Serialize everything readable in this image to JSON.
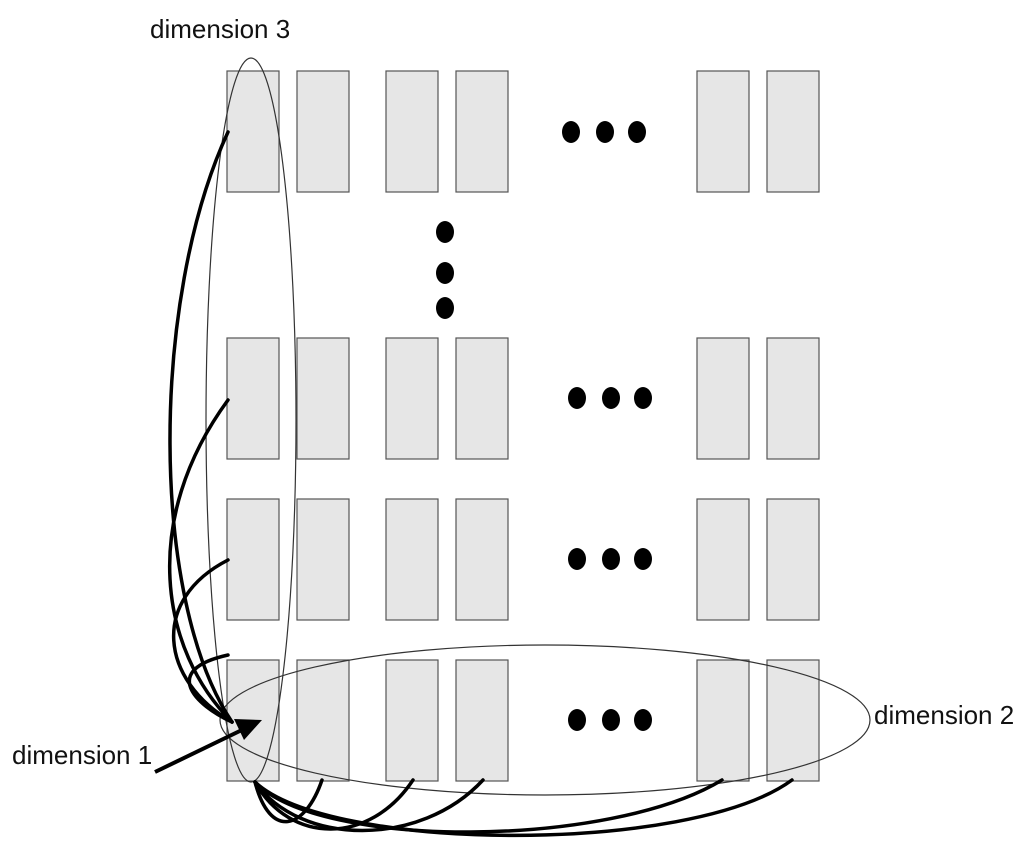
{
  "labels": {
    "dimension3": "dimension 3",
    "dimension2": "dimension 2",
    "dimension1": "dimension 1"
  },
  "colors": {
    "cell_fill": "#e6e6e6",
    "cell_stroke": "#555555",
    "line": "#000000",
    "background": "#ffffff"
  }
}
